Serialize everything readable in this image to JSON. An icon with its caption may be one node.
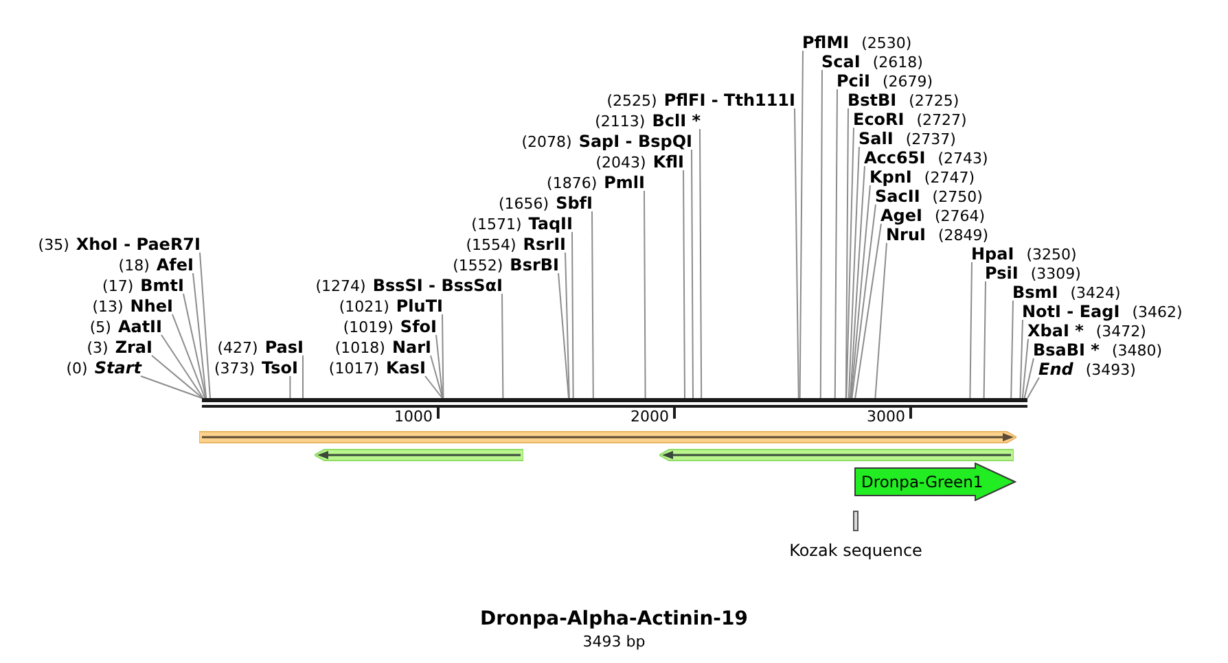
{
  "diagram": {
    "title": "Dronpa-Alpha-Actinin-19",
    "nodes": [
      {
        "text": [
          "(0)",
          "Start"
        ]
      },
      {
        "text": [
          "(3)",
          "ZraI"
        ]
      },
      {
        "text": [
          "(5)",
          "AatII"
        ]
      },
      {
        "text": [
          "(13)",
          "NheI"
        ]
      },
      {
        "text": [
          "(17)",
          "BmtI"
        ]
      },
      {
        "text": [
          "(18)",
          "AfeI"
        ]
      },
      {
        "text": [
          "(35)",
          "XhoI - PaeR7I"
        ]
      },
      {
        "text": [
          "(373)",
          "TsoI"
        ]
      },
      {
        "text": [
          "(427)",
          "PasI"
        ]
      },
      {
        "text": [
          "(1017)",
          "KasI"
        ]
      },
      {
        "text": [
          "(1018)",
          "NarI"
        ]
      },
      {
        "text": [
          "(1019)",
          "SfoI"
        ]
      },
      {
        "text": [
          "(1021)",
          "PluTI"
        ]
      },
      {
        "text": [
          "(1274)",
          "BssSI - BssSαI"
        ]
      },
      {
        "text": [
          "(1552)",
          "BsrBI"
        ]
      },
      {
        "text": [
          "(1554)",
          "RsrII"
        ]
      },
      {
        "text": [
          "(1571)",
          "TaqII"
        ]
      },
      {
        "text": [
          "(1656)",
          "SbfI"
        ]
      },
      {
        "text": [
          "(1876)",
          "PmlI"
        ]
      },
      {
        "text": [
          "(2043)",
          "KflI"
        ]
      },
      {
        "text": [
          "(2078)",
          "SapI - BspQI"
        ]
      },
      {
        "text": [
          "(2113)",
          "BclI *"
        ]
      },
      {
        "text": [
          "(2525)",
          "PflFI - Tth111I"
        ]
      },
      {
        "text": [
          "PflMI",
          "(2530)"
        ]
      },
      {
        "text": [
          "ScaI",
          "(2618)"
        ]
      },
      {
        "text": [
          "PciI",
          "(2679)"
        ]
      },
      {
        "text": [
          "BstBI",
          "(2725)"
        ]
      },
      {
        "text": [
          "EcoRI",
          "(2727)"
        ]
      },
      {
        "text": [
          "SalI",
          "(2737)"
        ]
      },
      {
        "text": [
          "Acc65I",
          "(2743)"
        ]
      },
      {
        "text": [
          "KpnI",
          "(2747)"
        ]
      },
      {
        "text": [
          "SacII",
          "(2750)"
        ]
      },
      {
        "text": [
          "AgeI",
          "(2764)"
        ]
      },
      {
        "text": [
          "NruI",
          "(2849)"
        ]
      },
      {
        "text": [
          "HpaI",
          "(3250)"
        ]
      },
      {
        "text": [
          "PsiI",
          "(3309)"
        ]
      },
      {
        "text": [
          "BsmI",
          "(3424)"
        ]
      },
      {
        "text": [
          "NotI - EagI",
          "(3462)"
        ]
      },
      {
        "text": [
          "XbaI *",
          "(3472)"
        ]
      },
      {
        "text": [
          "BsaBI *",
          "(3480)"
        ]
      },
      {
        "text": [
          "End",
          "(3493)"
        ]
      },
      {
        "text": [],
        "shape": "bar"
      },
      {
        "text": [],
        "shape": "bar"
      },
      {
        "text": [],
        "shape": "bar"
      },
      {
        "text": [],
        "shape": "bar"
      },
      {
        "text": [
          "Dronpa-Green1"
        ]
      },
      {
        "text": [],
        "shape": "box",
        "beside": [
          "Kozak sequence"
        ]
      }
    ],
    "edges": [
      {
        "from": 0,
        "to": 41,
        "arrow": "none"
      },
      {
        "from": 1,
        "to": 41,
        "arrow": "none"
      },
      {
        "from": 2,
        "to": 41,
        "arrow": "none"
      },
      {
        "from": 3,
        "to": 41,
        "arrow": "none"
      },
      {
        "from": 4,
        "to": 41,
        "arrow": "none"
      },
      {
        "from": 5,
        "to": 41,
        "arrow": "none"
      },
      {
        "from": 6,
        "to": 41,
        "arrow": "none"
      },
      {
        "from": 7,
        "to": 41,
        "arrow": "none"
      },
      {
        "from": 8,
        "to": 41,
        "arrow": "none"
      },
      {
        "from": 9,
        "to": 41,
        "arrow": "none"
      },
      {
        "from": 10,
        "to": 41,
        "arrow": "none"
      },
      {
        "from": 11,
        "to": 41,
        "arrow": "none"
      },
      {
        "from": 12,
        "to": 41,
        "arrow": "none"
      },
      {
        "from": 13,
        "to": 41,
        "arrow": "none"
      },
      {
        "from": 14,
        "to": 41,
        "arrow": "none"
      },
      {
        "from": 15,
        "to": 41,
        "arrow": "none"
      },
      {
        "from": 16,
        "to": 41,
        "arrow": "none"
      },
      {
        "from": 17,
        "to": 41,
        "arrow": "none"
      },
      {
        "from": 18,
        "to": 41,
        "arrow": "none"
      },
      {
        "from": 19,
        "to": 41,
        "arrow": "none"
      },
      {
        "from": 20,
        "to": 41,
        "arrow": "none"
      },
      {
        "from": 21,
        "to": 41,
        "arrow": "none"
      },
      {
        "from": 22,
        "to": 41,
        "arrow": "none"
      },
      {
        "from": 23,
        "to": 41,
        "arrow": "none"
      },
      {
        "from": 24,
        "to": 41,
        "arrow": "none"
      },
      {
        "from": 25,
        "to": 41,
        "arrow": "none"
      },
      {
        "from": 26,
        "to": 41,
        "arrow": "none"
      },
      {
        "from": 27,
        "to": 41,
        "arrow": "none"
      },
      {
        "from": 28,
        "to": 41,
        "arrow": "none"
      },
      {
        "from": 29,
        "to": 41,
        "arrow": "none"
      },
      {
        "from": 30,
        "to": 41,
        "arrow": "none"
      },
      {
        "from": 31,
        "to": 41,
        "arrow": "none"
      },
      {
        "from": 32,
        "to": 41,
        "arrow": "none"
      },
      {
        "from": 33,
        "to": 41,
        "arrow": "none"
      },
      {
        "from": 34,
        "to": 41,
        "arrow": "none"
      },
      {
        "from": 35,
        "to": 41,
        "arrow": "none"
      },
      {
        "from": 36,
        "to": 41,
        "arrow": "none"
      },
      {
        "from": 37,
        "to": 41,
        "arrow": "none"
      },
      {
        "from": 38,
        "to": 41,
        "arrow": "none"
      },
      {
        "from": 39,
        "to": 41,
        "arrow": "none"
      },
      {
        "from": 40,
        "to": 41,
        "arrow": "none"
      }
    ],
    "labels": [
      "1000",
      "2000",
      "3000",
      "3493 bp"
    ]
  }
}
